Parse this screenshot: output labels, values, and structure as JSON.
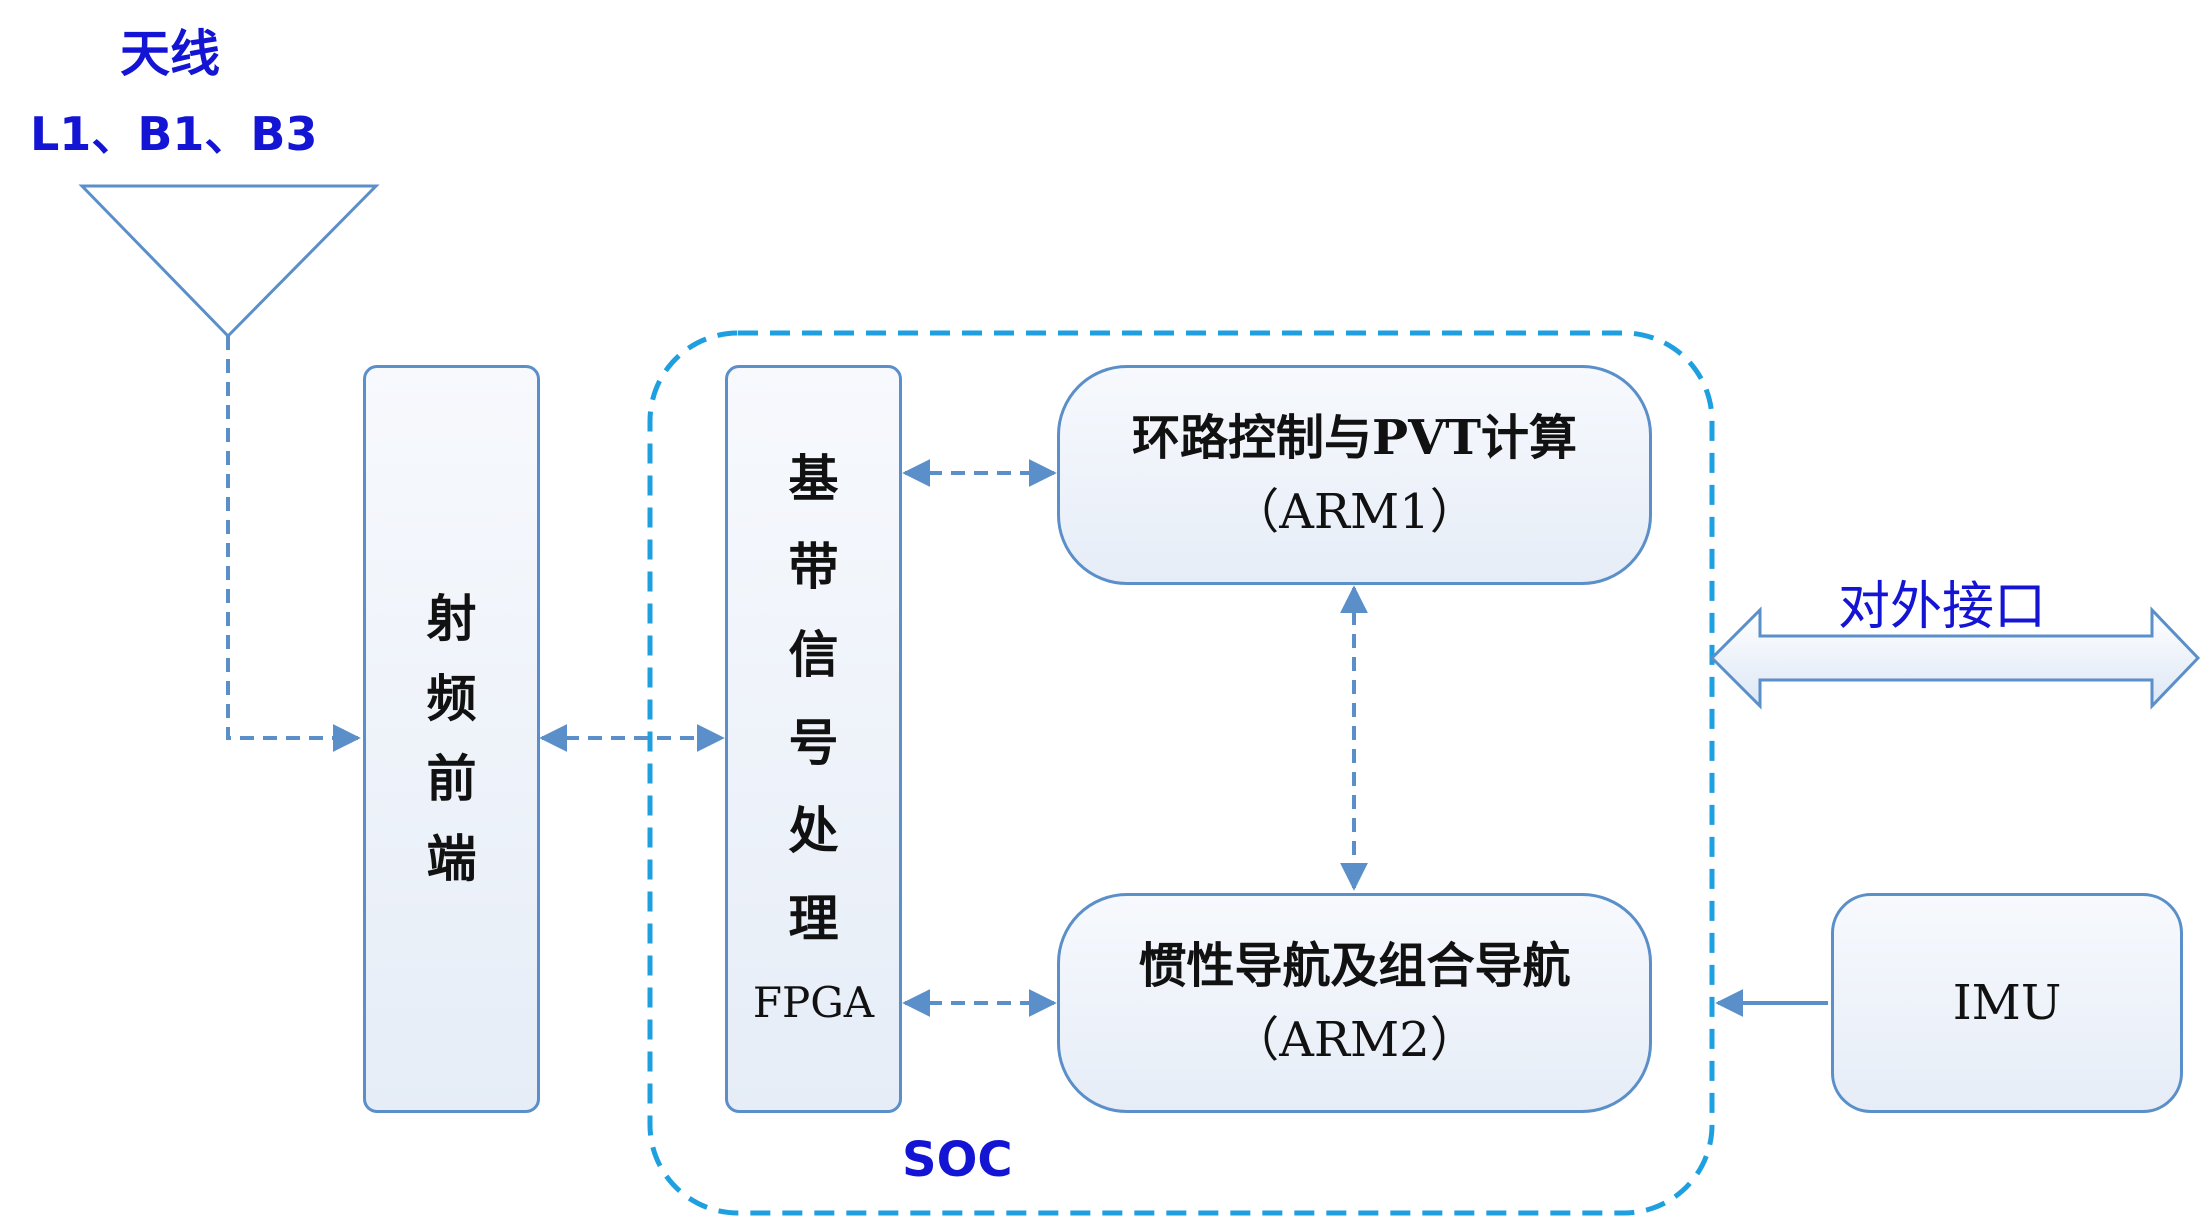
{
  "antenna": {
    "title": "天线",
    "bands": "L1、B1、B3"
  },
  "blocks": {
    "rf_front_end": {
      "chars": [
        "射",
        "频",
        "前",
        "端"
      ]
    },
    "baseband": {
      "chars": [
        "基",
        "带",
        "信",
        "号",
        "处",
        "理"
      ],
      "suffix": "FPGA"
    },
    "arm1": {
      "line1": "环路控制与PVT计算",
      "line2": "（ARM1）"
    },
    "arm2": {
      "line1": "惯性导航及组合导航",
      "line2": "（ARM2）"
    },
    "imu": {
      "label": "IMU"
    }
  },
  "soc_label": "SOC",
  "external_interface": "对外接口",
  "colors": {
    "box_border": "#5b8fc9",
    "arrow": "#5b8fc9",
    "soc_border": "#1e9fe0",
    "label_text": "#1414d4"
  }
}
